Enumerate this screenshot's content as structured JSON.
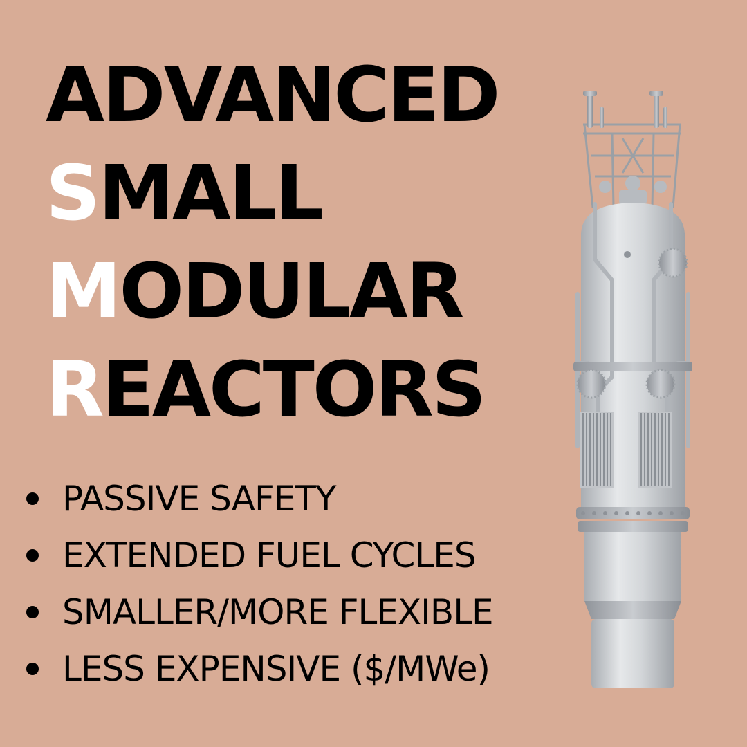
{
  "title": {
    "lines": [
      {
        "initial": "",
        "rest": "ADVANCED"
      },
      {
        "initial": "S",
        "rest": "MALL"
      },
      {
        "initial": "M",
        "rest": "ODULAR"
      },
      {
        "initial": "R",
        "rest": "EACTORS"
      }
    ]
  },
  "bullets": [
    "PASSIVE SAFETY",
    "EXTENDED FUEL CYCLES",
    "SMALLER/MORE FLEXIBLE",
    "LESS EXPENSIVE ($/MWe)"
  ],
  "colors": {
    "background": "#d8ac96",
    "text": "#000000",
    "highlight": "#ffffff",
    "reactor": "#c9ccd0"
  },
  "image": {
    "subject": "reactor-module-illustration"
  }
}
